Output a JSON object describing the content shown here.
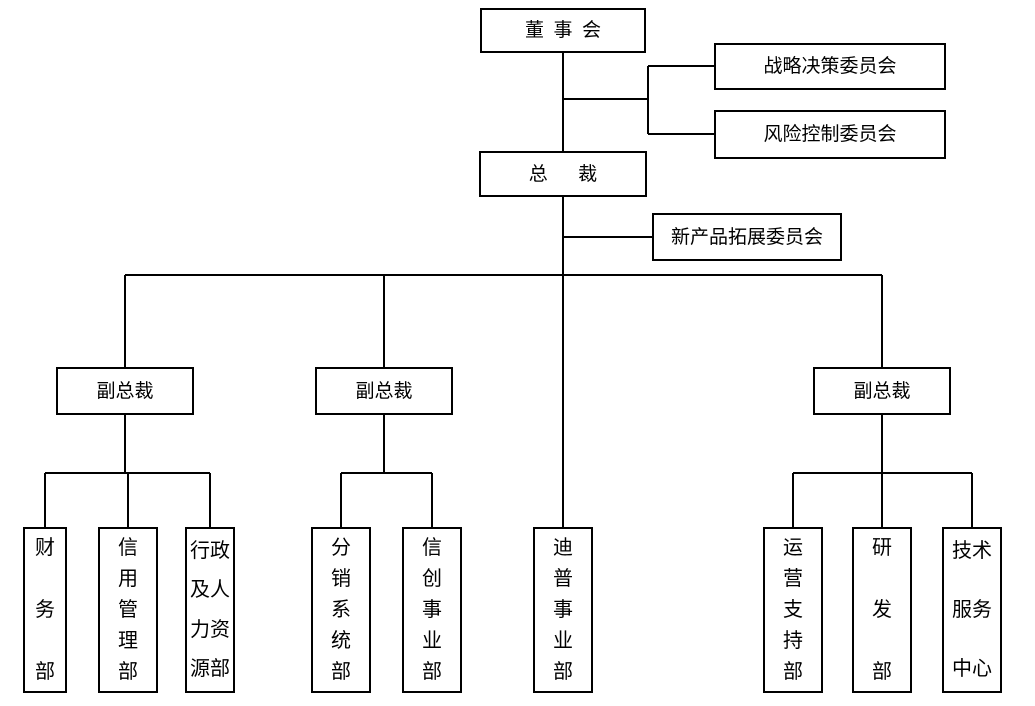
{
  "page": {
    "background_color": "#ffffff",
    "line_color": "#000000"
  },
  "org_chart": {
    "nodes": {
      "board": {
        "label": "董事会"
      },
      "strategy_committee": {
        "label": "战略决策委员会"
      },
      "risk_committee": {
        "label": "风险控制委员会"
      },
      "president": {
        "label": "总裁"
      },
      "new_product_committee": {
        "label": "新产品拓展委员会"
      },
      "vp_left": {
        "label": "副总裁"
      },
      "vp_middle": {
        "label": "副总裁"
      },
      "vp_right": {
        "label": "副总裁"
      },
      "finance_dept": {
        "label": "财务部",
        "lines": [
          "财",
          "务",
          "部"
        ]
      },
      "credit_management_dept": {
        "label": "信用管理部",
        "lines": [
          "信",
          "用",
          "管",
          "理",
          "部"
        ]
      },
      "admin_hr_dept": {
        "label": "行政及人力资源部",
        "lines": [
          "行政",
          "及人",
          "力资",
          "源部"
        ]
      },
      "distribution_systems_dept": {
        "label": "分销系统部",
        "lines": [
          "分",
          "销",
          "系",
          "统",
          "部"
        ]
      },
      "xinchuang_business_dept": {
        "label": "信创事业部",
        "lines": [
          "信",
          "创",
          "事",
          "业",
          "部"
        ]
      },
      "dipu_business_dept": {
        "label": "迪普事业部",
        "lines": [
          "迪",
          "普",
          "事",
          "业",
          "部"
        ]
      },
      "operations_support_dept": {
        "label": "运营支持部",
        "lines": [
          "运",
          "营",
          "支",
          "持",
          "部"
        ]
      },
      "rd_dept": {
        "label": "研发部",
        "lines": [
          "研",
          "发",
          "部"
        ]
      },
      "tech_service_center": {
        "label": "技术服务中心",
        "lines": [
          "技术",
          "服务",
          "中心"
        ]
      }
    }
  }
}
